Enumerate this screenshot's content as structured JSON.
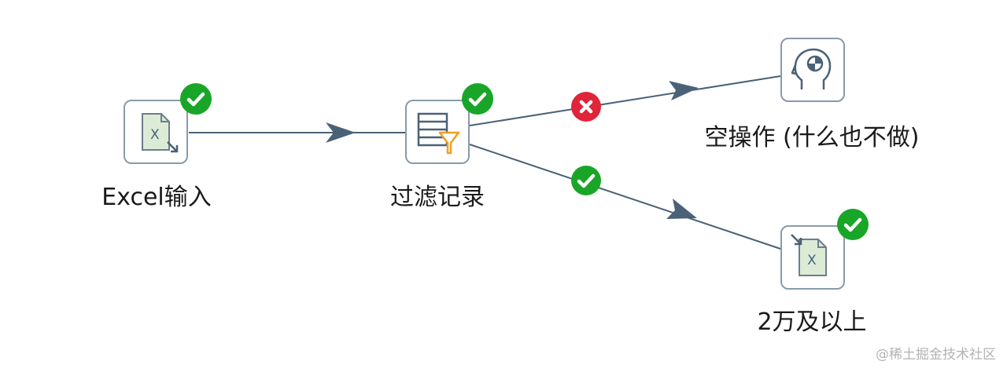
{
  "steps": {
    "excel_input": {
      "label": "Excel输入"
    },
    "filter": {
      "label": "过滤记录"
    },
    "dummy": {
      "label": "空操作 (什么也不做)"
    },
    "excel_output": {
      "label": "2万及以上"
    }
  },
  "hops": {
    "input_to_filter": {
      "status": "normal"
    },
    "filter_to_dummy": {
      "status": "false-branch"
    },
    "filter_to_output": {
      "status": "true-branch"
    }
  },
  "colors": {
    "hop_line": "#4a6178",
    "box_border": "#8a9aab",
    "ok_green": "#19a628",
    "error_red": "#e0243a",
    "funnel_orange": "#f0a020",
    "excel_green": "#dcebd6"
  },
  "watermark": "@稀土掘金技术社区"
}
